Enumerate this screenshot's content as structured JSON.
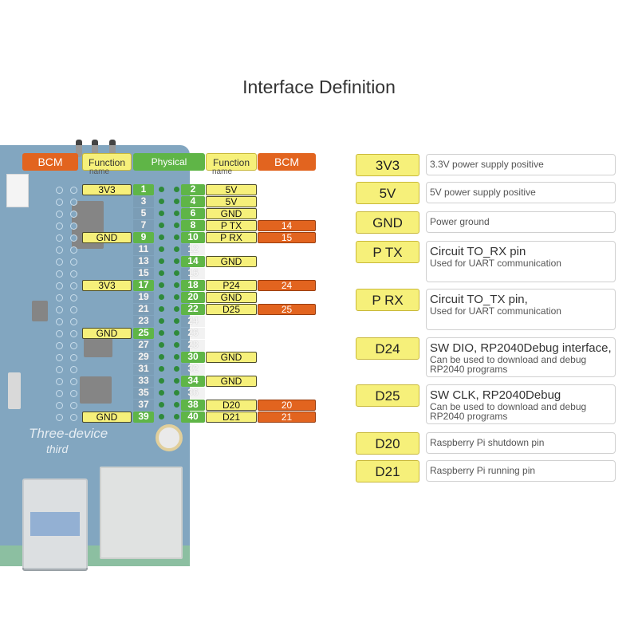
{
  "title": "Interface Definition",
  "colors": {
    "bcm": "#e2641f",
    "function": "#f6f07a",
    "physical": "#5fb547"
  },
  "header": {
    "bcm_left": "BCM",
    "function_left": "Function",
    "function_left_sub": "name",
    "physical": "Physical",
    "function_right": "Function",
    "function_right_sub": "name",
    "bcm_right": "BCM"
  },
  "board": {
    "watermark1": "Three-device",
    "watermark2": "third"
  },
  "pins": [
    {
      "left_num": "1",
      "left_func": "3V3",
      "right_num": "2",
      "right_func": "5V",
      "bcm": ""
    },
    {
      "left_num": "3",
      "left_func": "",
      "right_num": "4",
      "right_func": "5V",
      "bcm": ""
    },
    {
      "left_num": "5",
      "left_func": "",
      "right_num": "6",
      "right_func": "GND",
      "bcm": ""
    },
    {
      "left_num": "7",
      "left_func": "",
      "right_num": "8",
      "right_func": "P TX",
      "bcm": "14"
    },
    {
      "left_num": "9",
      "left_func": "GND",
      "right_num": "10",
      "right_func": "P RX",
      "bcm": "15"
    },
    {
      "left_num": "11",
      "left_func": "",
      "right_num": "12",
      "right_func": "",
      "bcm": ""
    },
    {
      "left_num": "13",
      "left_func": "",
      "right_num": "14",
      "right_func": "GND",
      "bcm": ""
    },
    {
      "left_num": "15",
      "left_func": "",
      "right_num": "16",
      "right_func": "",
      "bcm": ""
    },
    {
      "left_num": "17",
      "left_func": "3V3",
      "right_num": "18",
      "right_func": "P24",
      "bcm": "24"
    },
    {
      "left_num": "19",
      "left_func": "",
      "right_num": "20",
      "right_func": "GND",
      "bcm": ""
    },
    {
      "left_num": "21",
      "left_func": "",
      "right_num": "22",
      "right_func": "D25",
      "bcm": "25"
    },
    {
      "left_num": "23",
      "left_func": "",
      "right_num": "24",
      "right_func": "",
      "bcm": ""
    },
    {
      "left_num": "25",
      "left_func": "GND",
      "right_num": "26",
      "right_func": "",
      "bcm": ""
    },
    {
      "left_num": "27",
      "left_func": "",
      "right_num": "28",
      "right_func": "",
      "bcm": ""
    },
    {
      "left_num": "29",
      "left_func": "",
      "right_num": "30",
      "right_func": "GND",
      "bcm": ""
    },
    {
      "left_num": "31",
      "left_func": "",
      "right_num": "32",
      "right_func": "",
      "bcm": ""
    },
    {
      "left_num": "33",
      "left_func": "",
      "right_num": "34",
      "right_func": "GND",
      "bcm": ""
    },
    {
      "left_num": "35",
      "left_func": "",
      "right_num": "36",
      "right_func": "",
      "bcm": ""
    },
    {
      "left_num": "37",
      "left_func": "",
      "right_num": "38",
      "right_func": "D20",
      "bcm": "20"
    },
    {
      "left_num": "39",
      "left_func": "GND",
      "right_num": "40",
      "right_func": "D21",
      "bcm": "21"
    }
  ],
  "definitions": [
    {
      "tag": "3V3",
      "main": "3.3V power supply positive",
      "note": ""
    },
    {
      "tag": "5V",
      "main": "5V power supply positive",
      "note": ""
    },
    {
      "tag": "GND",
      "main": "Power ground",
      "note": ""
    },
    {
      "tag": "P TX",
      "main": "Circuit TO_RX pin",
      "note": "Used for UART communication"
    },
    {
      "tag": "P RX",
      "main": "Circuit TO_TX pin,",
      "note": "Used for UART communication"
    },
    {
      "tag": "D24",
      "main": "SW DIO, RP2040Debug interface,",
      "note": "Can be used to download and debug RP2040 programs"
    },
    {
      "tag": "D25",
      "main": "SW CLK, RP2040Debug",
      "note": "Can be used to download and debug RP2040 programs"
    },
    {
      "tag": "D20",
      "main": "Raspberry Pi shutdown pin",
      "note": ""
    },
    {
      "tag": "D21",
      "main": "Raspberry Pi running pin",
      "note": ""
    }
  ]
}
